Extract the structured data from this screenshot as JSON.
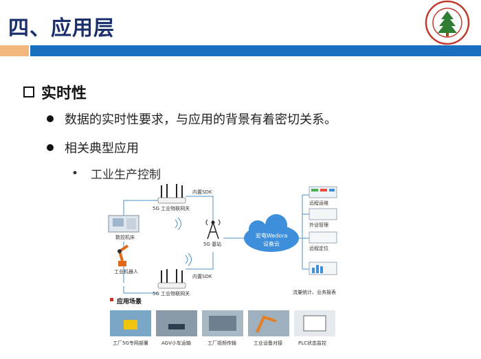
{
  "slide": {
    "title": "四、应用层",
    "section": "实时性",
    "bullets": [
      "数据的实时性要求，与应用的背景有着密切关系。",
      "相关典型应用"
    ],
    "sub_bullet": "工业生产控制",
    "sub_bullet_marker": "•"
  },
  "colors": {
    "title": "#1a2f6b",
    "accent_orange": "#f2b77c",
    "accent_blue": "#1a6ec0",
    "cloud": "#3d8fdb",
    "logo": "#c0392b"
  },
  "logo": {
    "icon": "university-seal-icon"
  },
  "diagram": {
    "gateway_label": "5G 工业物联网关",
    "sdk_label": "内置SDK",
    "base_station_label": "5G 基站",
    "cloud_line1": "宏电Wedora",
    "cloud_line2": "设备云",
    "machine_label": "数控机床",
    "robot_label": "工业机器人",
    "right_items": [
      "远程运维",
      "外设管理",
      "远程定位",
      "流量统计、业务报表"
    ],
    "scenes_title": "应用场景",
    "scenes": [
      "工厂5G专网部署",
      "AGV小车运输",
      "工厂视频传输",
      "工业设备对接",
      "PLC状态监控"
    ]
  }
}
